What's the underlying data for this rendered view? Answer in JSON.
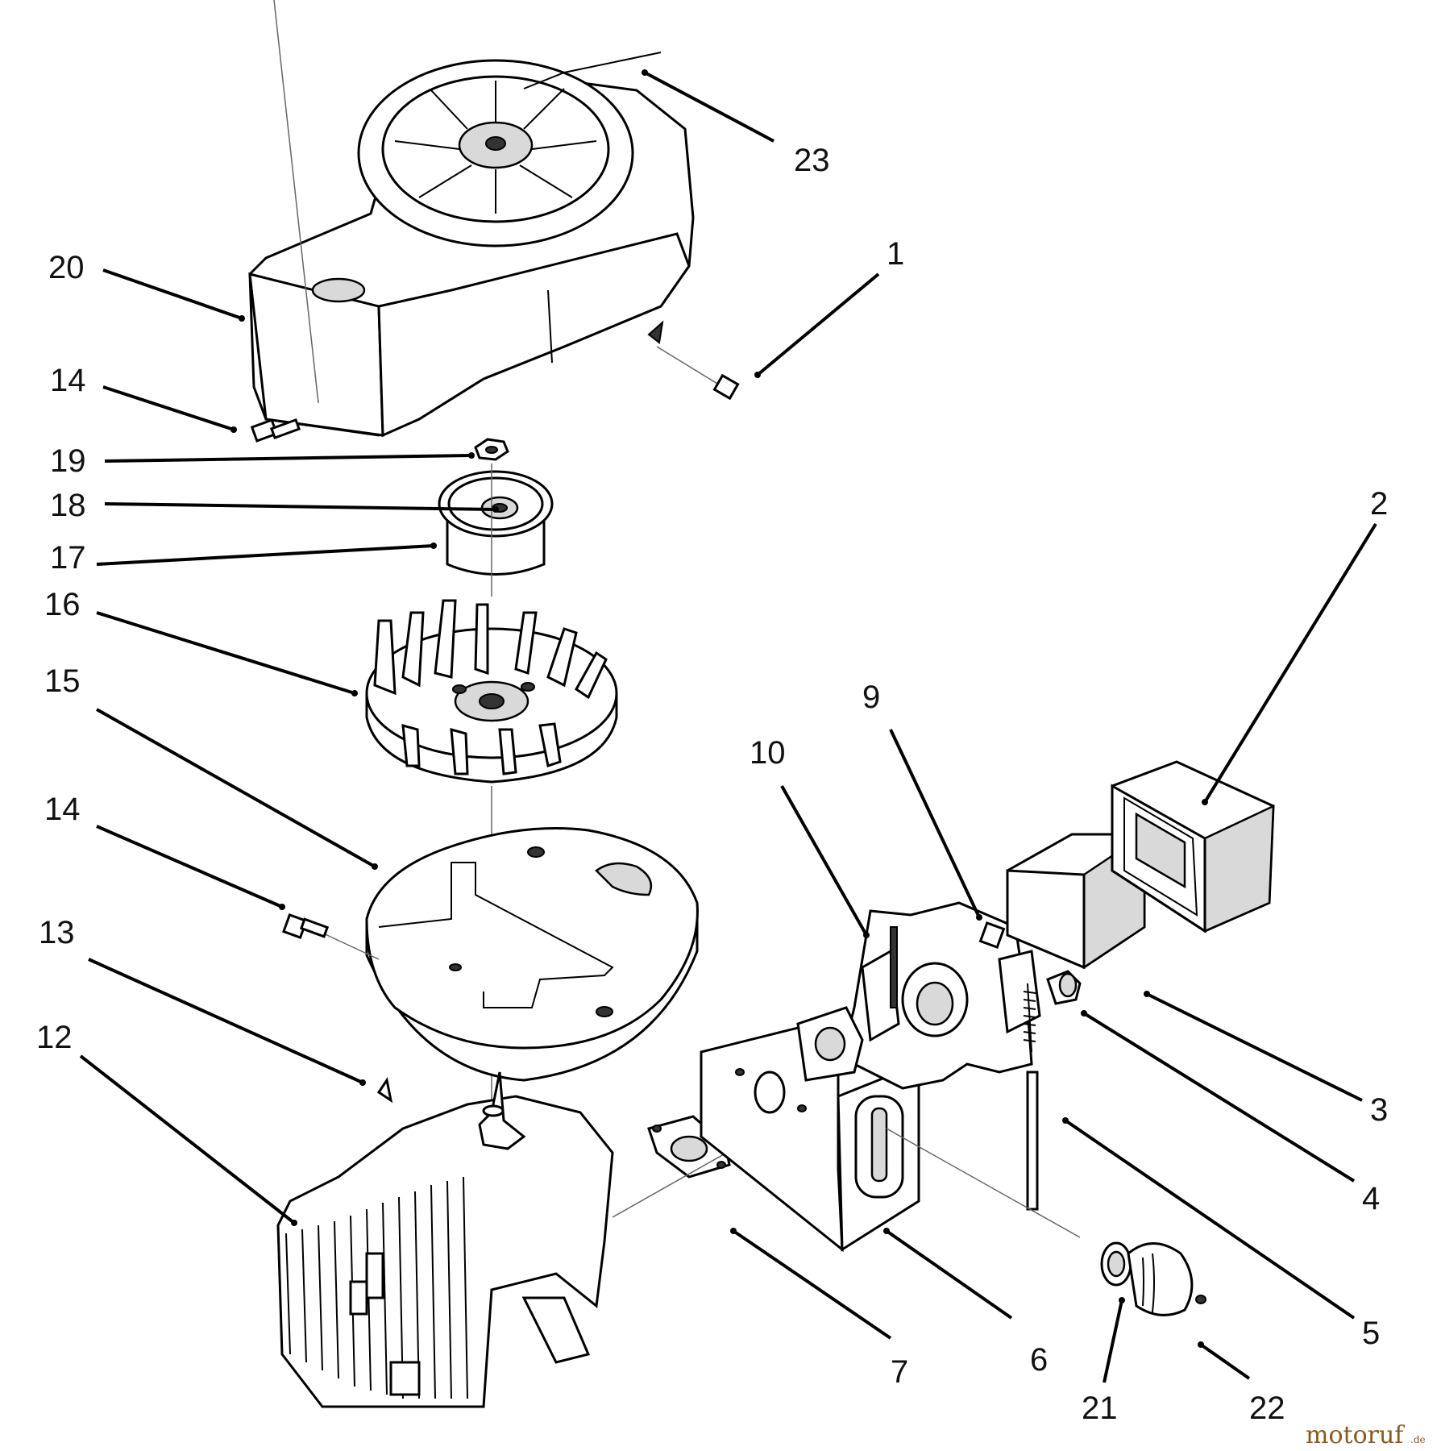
{
  "labels": {
    "p1": "1",
    "p2": "2",
    "p3": "3",
    "p4": "4",
    "p5": "5",
    "p6": "6",
    "p7": "7",
    "p9": "9",
    "p10": "10",
    "p12": "12",
    "p13": "13",
    "p14a": "14",
    "p14b": "14",
    "p15": "15",
    "p16": "16",
    "p17": "17",
    "p18": "18",
    "p19": "19",
    "p20": "20",
    "p21": "21",
    "p22": "22",
    "p23": "23"
  },
  "watermark": {
    "main": "motoruf",
    "suffix": ".de"
  }
}
